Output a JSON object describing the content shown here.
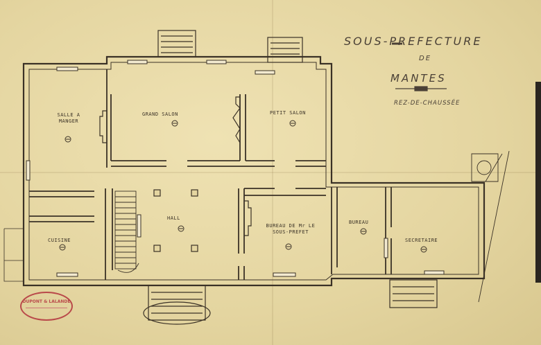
{
  "title": {
    "line1": "SOUS-PREFECTURE",
    "line2": "DE",
    "line3": "MANTES",
    "line4": "REZ-DE-CHAUSSÉE"
  },
  "rooms": {
    "salle_a_manger": "SALLE A MANGER",
    "grand_salon": "GRAND SALON",
    "petit_salon": "PETIT SALON",
    "hall": "HALL",
    "cuisine": "CUISINE",
    "bureau_sous_prefet": "BUREAU DE Mr LE SOUS-PREFET",
    "bureau": "BUREAU",
    "secretaire": "SECRETAIRE"
  },
  "stamp_text": "DUPONT & LALANDE"
}
